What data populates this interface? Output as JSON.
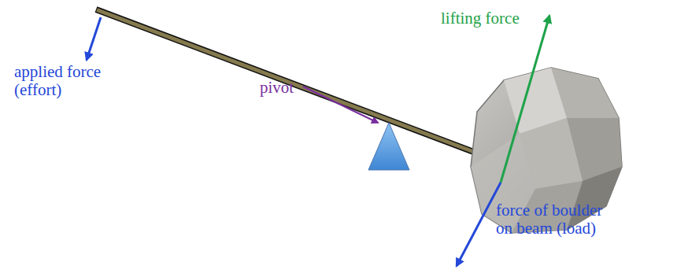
{
  "diagram": {
    "labels": [
      "lifting force",
      "applied force (effort)",
      "pivot",
      "force of boulder on beam (load)"
    ]
  }
}
